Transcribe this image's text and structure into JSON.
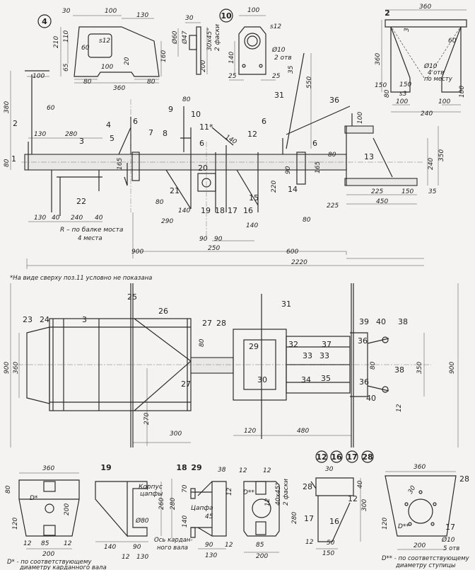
{
  "detail_4": {
    "badge": "4",
    "dims": [
      "30",
      "100",
      "130",
      "210",
      "110",
      "60",
      "65",
      "100",
      "20",
      "160",
      "80",
      "360",
      "80"
    ],
    "material": "s12"
  },
  "detail_10": {
    "badge": "10",
    "side_dims": [
      "30",
      "Ø60",
      "Ø47",
      "200",
      "30x45°",
      "2 фаски"
    ],
    "front_dims": [
      "100",
      "140",
      "35",
      "25",
      "25"
    ],
    "material": "s12",
    "hole": "Ø10",
    "hole_count": "2 отв"
  },
  "detail_2": {
    "badge": "2",
    "dims": [
      "360",
      "3",
      "360",
      "60",
      "150",
      "80",
      "100",
      "100",
      "100",
      "240"
    ],
    "hole": "Ø10",
    "hole_count": "4 отв",
    "hole_note": "по месту",
    "material": "s3"
  },
  "side_view": {
    "callouts": [
      "1",
      "2",
      "3",
      "4",
      "5",
      "6",
      "7",
      "8",
      "9",
      "10",
      "11*",
      "12",
      "6",
      "13",
      "14",
      "15",
      "16",
      "17",
      "18",
      "19",
      "20",
      "21",
      "22",
      "31",
      "36",
      "6",
      "6"
    ],
    "dims": [
      "100",
      "380",
      "60",
      "130",
      "280",
      "80",
      "165",
      "80",
      "130",
      "40",
      "240",
      "40",
      "290",
      "140",
      "80",
      "140",
      "90",
      "90",
      "250",
      "140",
      "220",
      "90",
      "165",
      "225",
      "80",
      "550",
      "100",
      "350",
      "240",
      "225",
      "150",
      "35",
      "450",
      "80",
      "900",
      "600",
      "2220",
      "150"
    ],
    "radius_note": "R – по балке моста",
    "radius_count": "4 места"
  },
  "footnote": "*На виде сверху поз.11 условно не показана",
  "top_view": {
    "callouts": [
      "25",
      "26",
      "23",
      "24",
      "3",
      "27",
      "28",
      "31",
      "29",
      "30",
      "32",
      "37",
      "33",
      "33",
      "34",
      "35",
      "39",
      "40",
      "38",
      "36",
      "36",
      "38",
      "40",
      "27"
    ],
    "dims": [
      "900",
      "360",
      "80",
      "270",
      "300",
      "120",
      "480",
      "80",
      "350",
      "900",
      "12"
    ]
  },
  "detail_D": {
    "dims": [
      "360",
      "80",
      "200",
      "120",
      "12",
      "85",
      "12",
      "200"
    ],
    "label": "D*",
    "note_line1": "D* - по соответствующему",
    "note_line2": "диаметру карданного вала"
  },
  "detail_19": {
    "badge": "19",
    "housing_line1": "Корпус",
    "housing_line2": "цапфы",
    "dims": [
      "260",
      "280",
      "Ø80",
      "140",
      "90",
      "12",
      "130"
    ],
    "axis_line1": "Ось кардан-",
    "axis_line2": "ного вала"
  },
  "detail_18_29": {
    "badges": [
      "18",
      "29"
    ],
    "dims": [
      "38",
      "70",
      "12",
      "140",
      "45",
      "90",
      "12",
      "130"
    ],
    "trunnion": "Цапфа"
  },
  "detail_plate": {
    "dims": [
      "12",
      "12",
      "12",
      "40x45°",
      "2 фаски",
      "280",
      "85",
      "200"
    ],
    "label": "D**"
  },
  "detail_12_16_17_28": {
    "badges": [
      "12",
      "16",
      "17",
      "28"
    ],
    "dims": [
      "30",
      "40",
      "300",
      "12",
      "50",
      "150"
    ],
    "callouts": [
      "28",
      "12",
      "17",
      "16"
    ]
  },
  "detail_17": {
    "dims": [
      "360",
      "30",
      "120",
      "200"
    ],
    "callouts": [
      "28",
      "17"
    ],
    "label": "D**",
    "hole": "Ø10",
    "hole_count": "5 отв",
    "note_line1": "D** - по соответствующему",
    "note_line2": "диаметру ступицы"
  }
}
